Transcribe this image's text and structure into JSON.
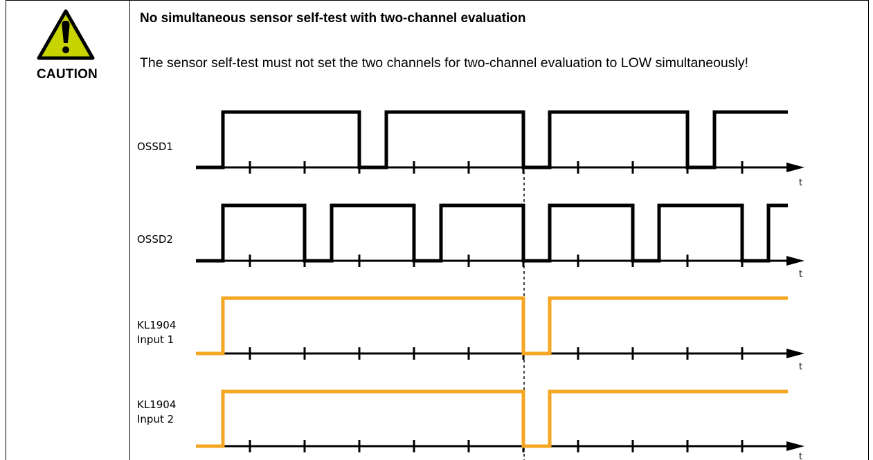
{
  "caution": {
    "label": "CAUTION",
    "icon": "warning-triangle-icon",
    "icon_fill": "#c8d400",
    "icon_stroke": "#000000"
  },
  "heading": "No simultaneous sensor self-test with two-channel evaluation",
  "paragraph": "The sensor self-test must not set the two channels for two-channel evaluation to LOW simultaneously!",
  "timing_diagram": {
    "colors": {
      "ossd": "#000000",
      "input": "#f5a623"
    },
    "time_axis_label": "t",
    "signals": [
      {
        "label_lines": [
          "OSSD1"
        ],
        "kind": "ossd"
      },
      {
        "label_lines": [
          "OSSD2"
        ],
        "kind": "ossd"
      },
      {
        "label_lines": [
          "KL1904",
          "Input 1"
        ],
        "kind": "input"
      },
      {
        "label_lines": [
          "KL1904",
          "Input 2"
        ],
        "kind": "input"
      }
    ]
  }
}
